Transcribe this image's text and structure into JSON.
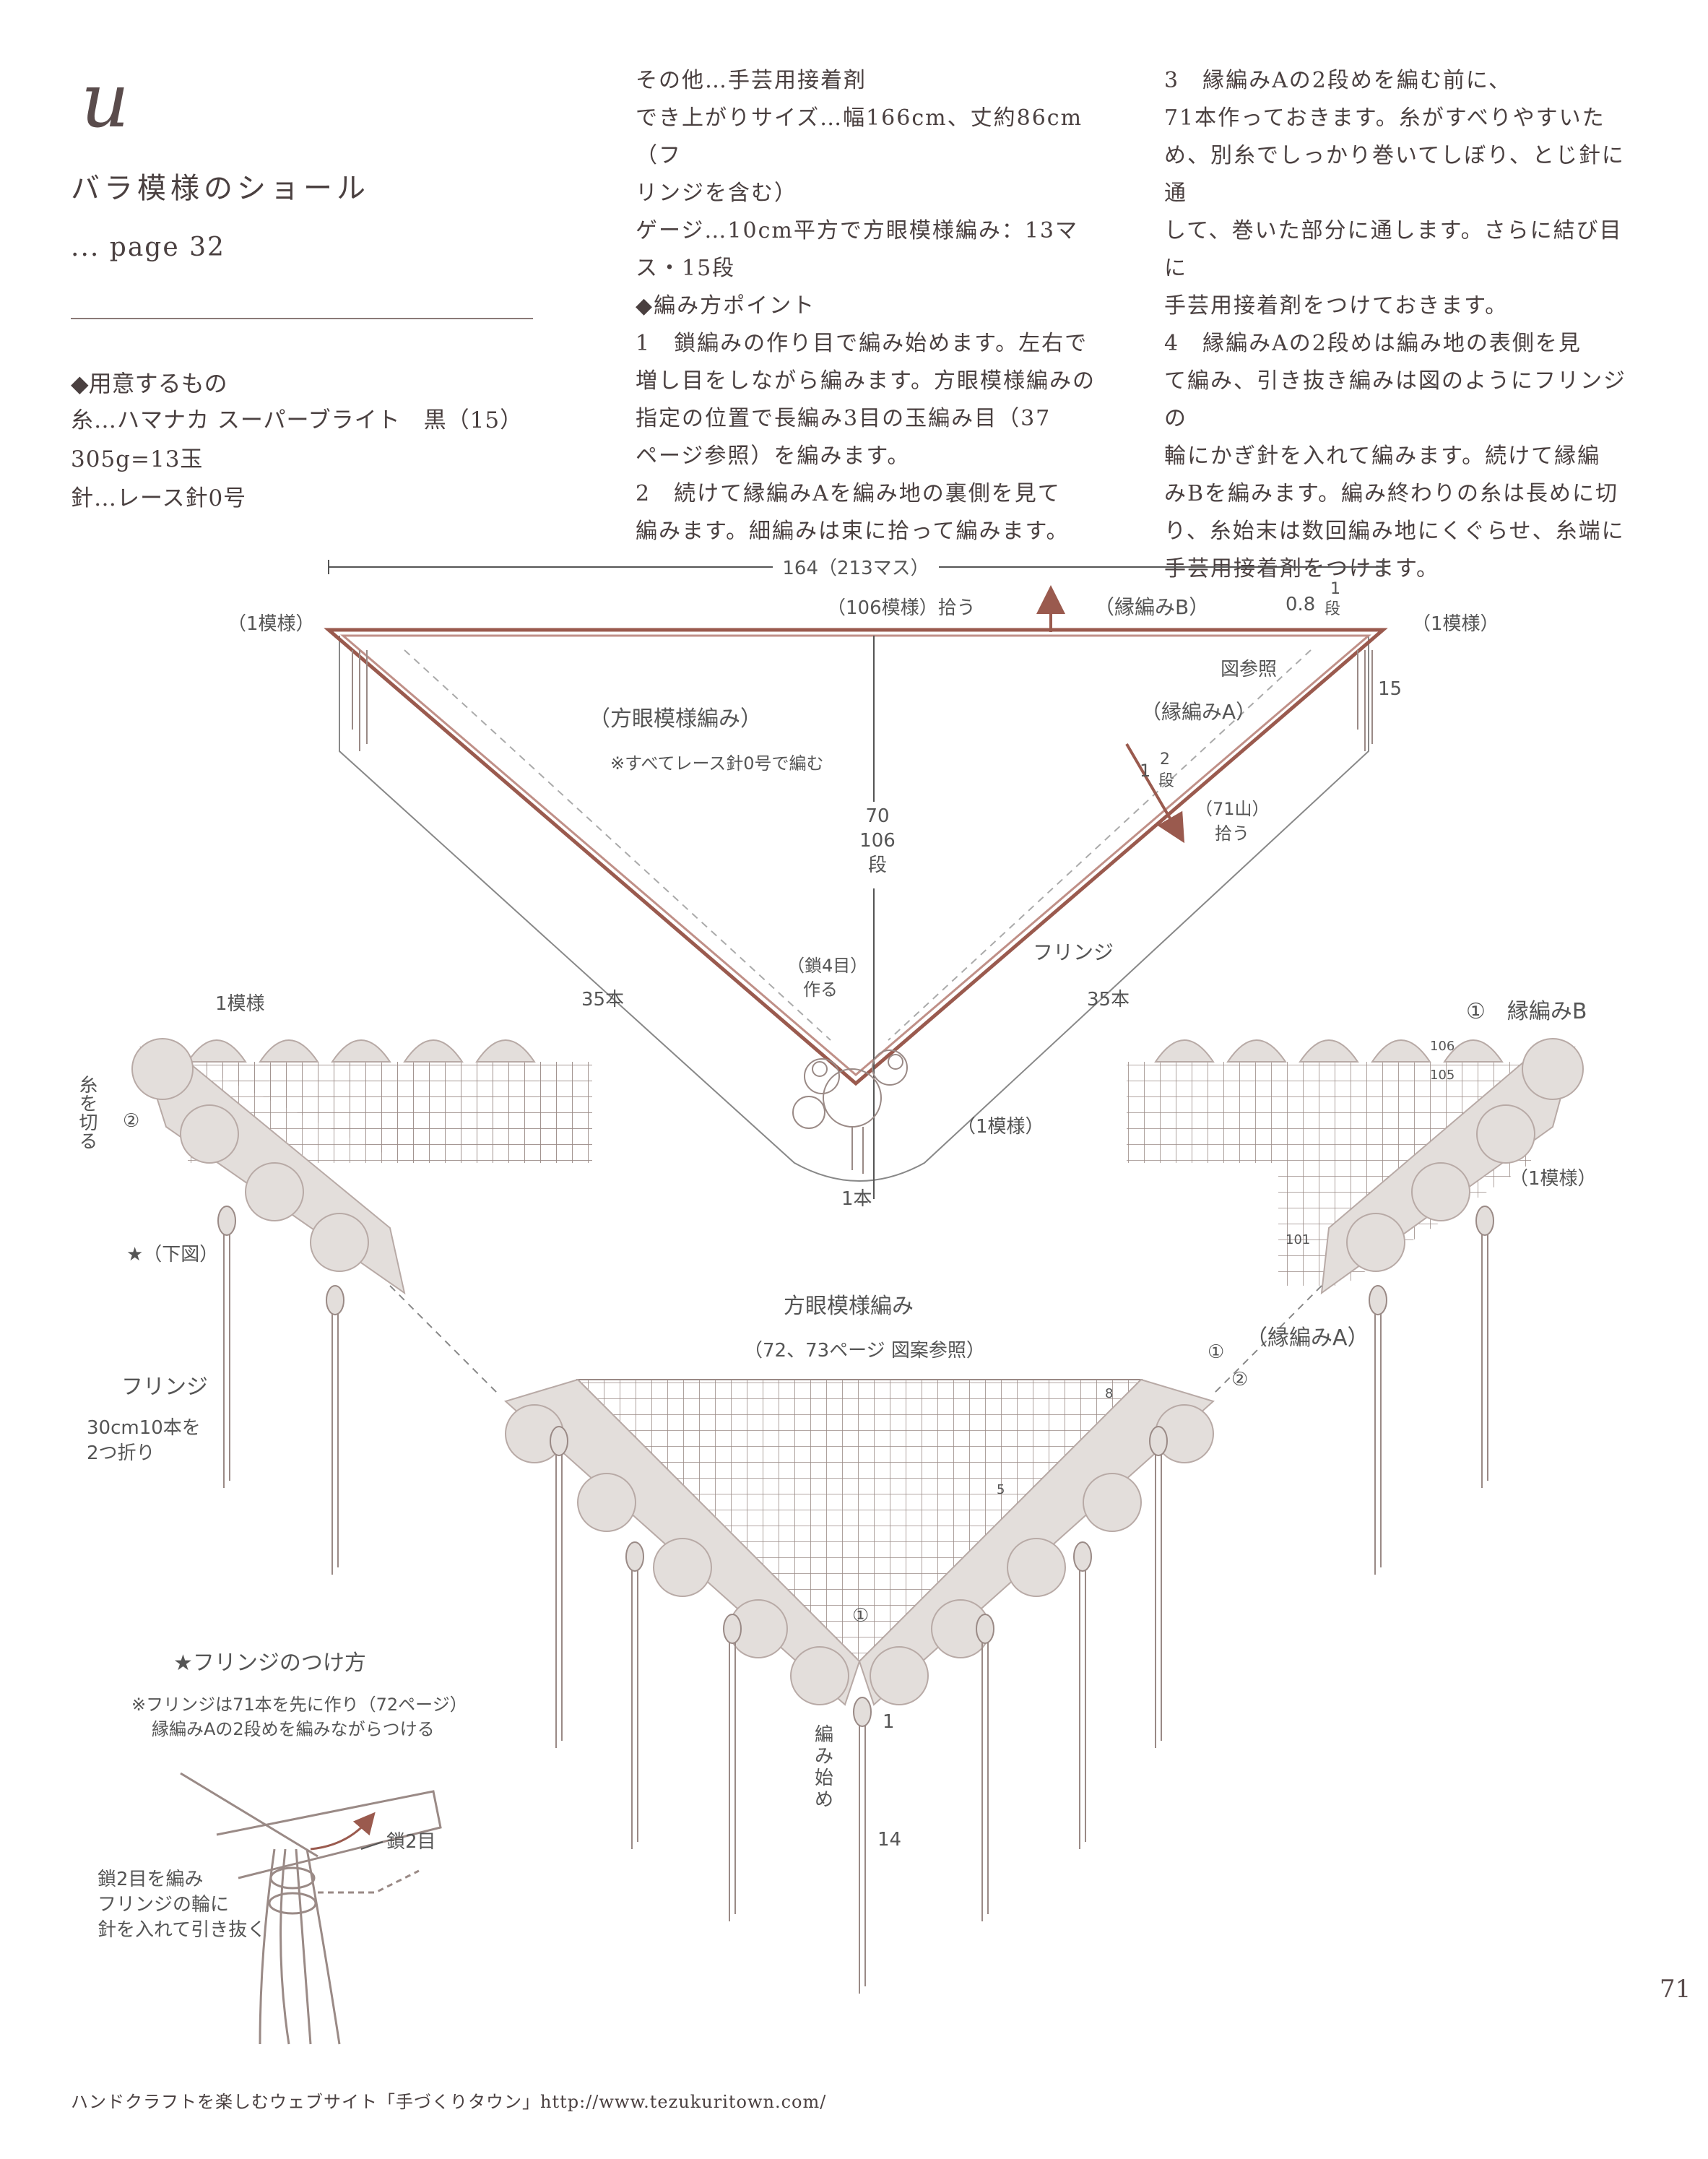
{
  "header": {
    "letter": "u",
    "title": "バラ模様のショール",
    "page_ref": "... page 32"
  },
  "materials": {
    "heading": "◆用意するもの",
    "lines": [
      "糸…ハマナカ スーパーブライト　黒（15）",
      "305g=13玉",
      "針…レース針0号"
    ]
  },
  "col2": [
    "その他…手芸用接着剤",
    "でき上がりサイズ…幅166cm、丈約86cm（フ",
    "リンジを含む）",
    "ゲージ…10cm平方で方眼模様編み：13マ",
    "ス・15段",
    "◆編み方ポイント",
    "1　鎖編みの作り目で編み始めます。左右で",
    "増し目をしながら編みます。方眼模様編みの",
    "指定の位置で長編み3目の玉編み目（37",
    "ページ参照）を編みます。",
    "2　続けて縁編みAを編み地の裏側を見て",
    "編みます。細編みは束に拾って編みます。"
  ],
  "col3": [
    "3　縁編みAの2段めを編む前に、",
    "71本作っておきます。糸がすべりやすいた",
    "め、別糸でしっかり巻いてしぼり、とじ針に通",
    "して、巻いた部分に通します。さらに結び目に",
    "手芸用接着剤をつけておきます。",
    "4　縁編みAの2段めは編み地の表側を見",
    "て編み、引き抜き編みは図のようにフリンジの",
    "輪にかぎ針を入れて編みます。続けて縁編",
    "みBを編みます。編み終わりの糸は長めに切",
    "り、糸始末は数回編み地にくぐらせ、糸端に",
    "手芸用接着剤をつけます。"
  ],
  "diagram": {
    "width_label": "164（213マス）",
    "pickup_label": "（106模様）拾う",
    "edge_b": "（縁編みB）",
    "edge_b_dim": "0.8",
    "one": "1",
    "dan": "段",
    "one_motif": "（1模様）",
    "fig_ref": "図参照",
    "dim15": "15",
    "square_mesh": "（方眼模様編み）",
    "all_lace": "※すべてレース針0号で編む",
    "edge_a": "（縁編みA）",
    "two": "2",
    "mountain71": "（71山）",
    "pick": "拾う",
    "h70": "70",
    "h106": "106",
    "chain4": "（鎖4目）",
    "make": "作る",
    "fringe": "フリンジ",
    "n35": "35本",
    "one_strand": "1本"
  },
  "chart": {
    "motif1": "1模様",
    "cut_yarn": "糸を切る",
    "c2": "②",
    "star_ref": "★（下図）",
    "fringe": "フリンジ",
    "fringe_spec1": "30cm10本を",
    "fringe_spec2": "2つ折り",
    "edge_b_num": "①　縁編みB",
    "r106": "106",
    "r105": "105",
    "r101": "101",
    "one_motif": "（1模様）",
    "square_mesh": "方眼模様編み",
    "mesh_ref": "（72、73ページ 図案参照）",
    "edge_a": "（縁編みA）",
    "c1": "①",
    "r8": "8",
    "r5": "5",
    "start1": "編",
    "start2": "み",
    "start3": "始",
    "start4": "め",
    "num1": "1",
    "num14": "14"
  },
  "howto": {
    "heading": "★フリンジのつけ方",
    "note1": "※フリンジは71本を先に作り（72ページ）",
    "note2": "縁編みAの2段めを編みながらつける",
    "chain2": "鎖2目",
    "inst1": "鎖2目を編み",
    "inst2": "フリンジの輪に",
    "inst3": "針を入れて引き抜く"
  },
  "page_number": "71",
  "footer": "ハンドクラフトを楽しむウェブサイト「手づくりタウン」http://www.tezukuritown.com/",
  "colors": {
    "ink": "#4a4040",
    "brown": "#9a6a5e",
    "dark_brown": "#6e4038",
    "fill": "#e0dbd8",
    "line": "#8a7a78"
  }
}
